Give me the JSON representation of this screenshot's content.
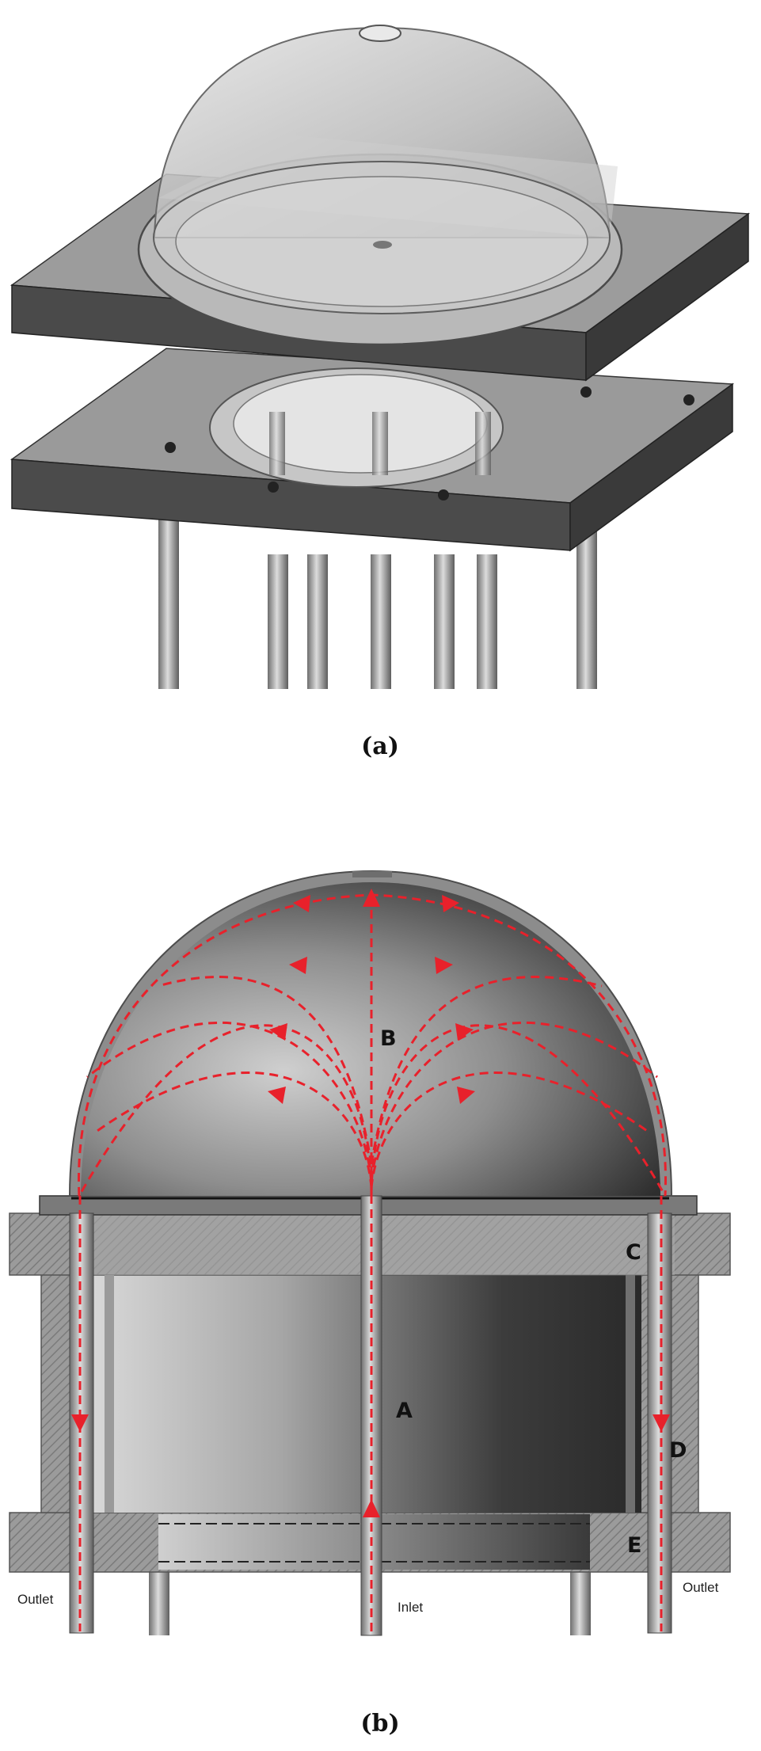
{
  "captions": {
    "top": "(a)",
    "bottom": "(b)"
  },
  "section_labels": {
    "a": "A",
    "b": "B",
    "c": "C",
    "d": "D",
    "e": "E"
  },
  "ports": {
    "inlet": "Inlet",
    "outlet_left": "Outlet",
    "outlet_right": "Outlet"
  },
  "colors": {
    "flow": "#e8212b",
    "plate": "#4a4a4a",
    "dome": "#8a8a8a"
  }
}
